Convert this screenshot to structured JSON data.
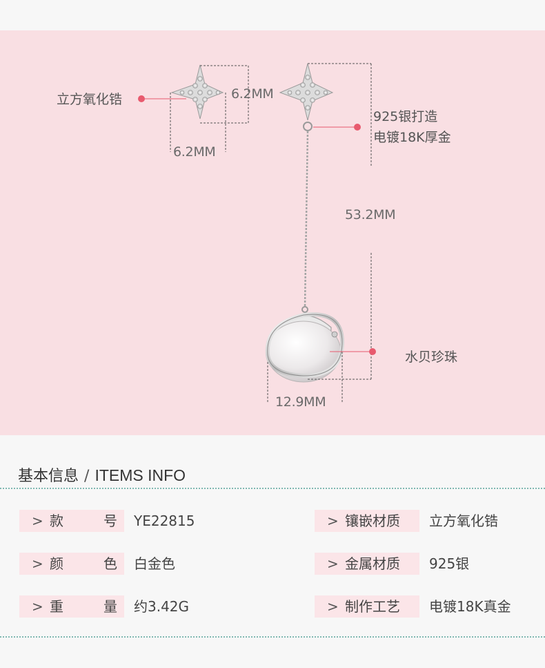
{
  "labels": {
    "stone": "立方氧化锆",
    "metal_line1": "925银打造",
    "metal_line2": "电镀18K厚金",
    "pearl": "水贝珍珠"
  },
  "dimensions": {
    "star_height": "6.2MM",
    "star_width": "6.2MM",
    "chain_length": "53.2MM",
    "pendant_width": "12.9MM"
  },
  "info": {
    "title_cn": "基本信息",
    "separator": "/",
    "title_en": "ITEMS INFO",
    "rows": [
      {
        "arrow": ">",
        "key_a": "款",
        "key_b": "号",
        "value": "YE22815"
      },
      {
        "arrow": ">",
        "key_a": "颜",
        "key_b": "色",
        "value": "白金色"
      },
      {
        "arrow": ">",
        "key_a": "重",
        "key_b": "量",
        "value": "约3.42G"
      },
      {
        "arrow": ">",
        "key": "镶嵌材质",
        "value": "立方氧化锆"
      },
      {
        "arrow": ">",
        "key": "金属材质",
        "value": "925银"
      },
      {
        "arrow": ">",
        "key": "制作工艺",
        "value": "电镀18K真金"
      }
    ]
  },
  "colors": {
    "hero_bg": "#f9dfe3",
    "accent_dot": "#e85a6e",
    "divider": "#7fb8b1"
  }
}
